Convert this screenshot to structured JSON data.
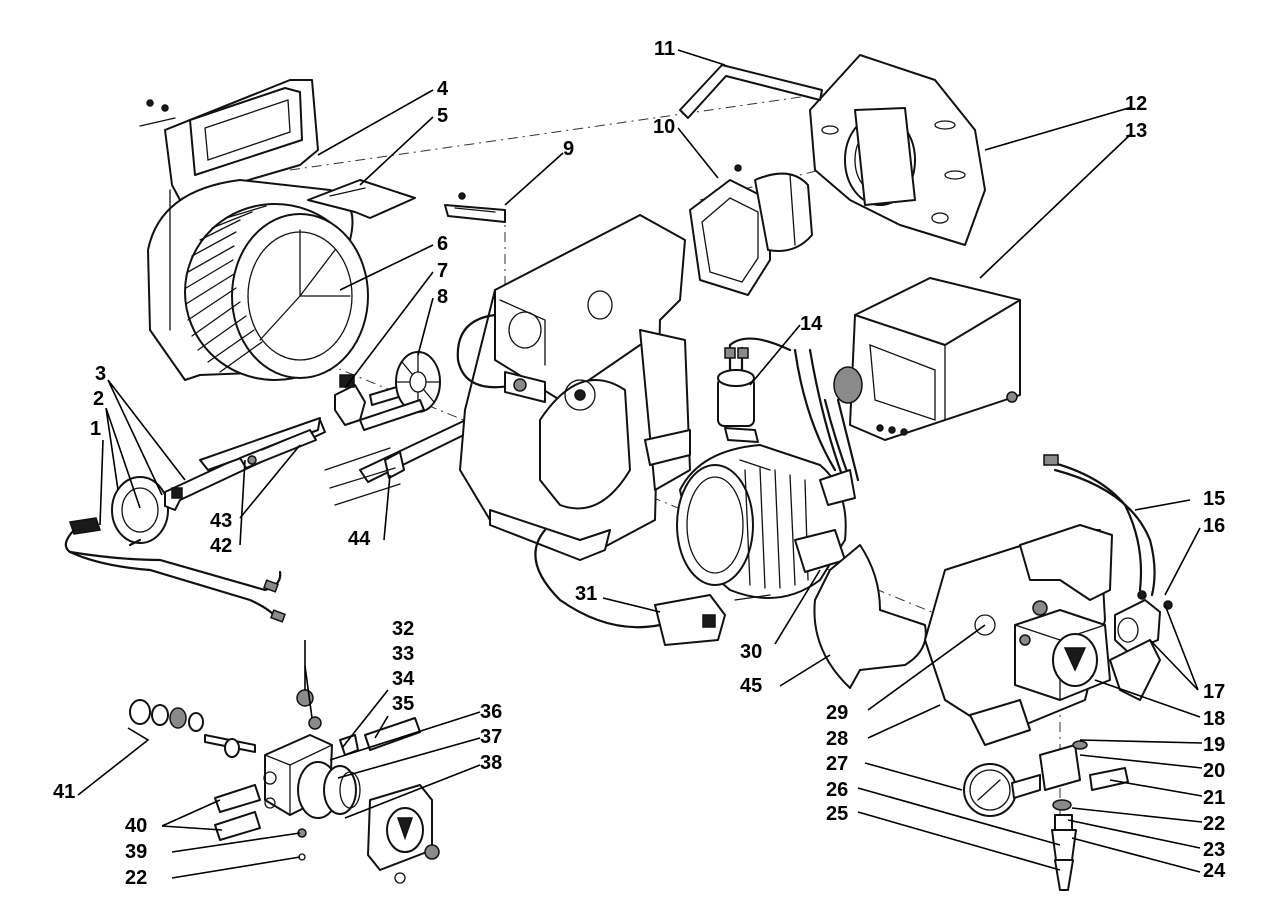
{
  "callouts": {
    "c1": "1",
    "c2": "2",
    "c3": "3",
    "c4": "4",
    "c5": "5",
    "c6": "6",
    "c7": "7",
    "c8": "8",
    "c9": "9",
    "c10": "10",
    "c11": "11",
    "c12": "12",
    "c13": "13",
    "c14": "14",
    "c15": "15",
    "c16": "16",
    "c17": "17",
    "c18": "18",
    "c19": "19",
    "c20": "20",
    "c21": "21",
    "c22a": "22",
    "c22b": "22",
    "c23": "23",
    "c24": "24",
    "c25": "25",
    "c26": "26",
    "c27": "27",
    "c28": "28",
    "c29": "29",
    "c30": "30",
    "c31": "31",
    "c32": "32",
    "c33": "33",
    "c34": "34",
    "c35": "35",
    "c36": "36",
    "c37": "37",
    "c38": "38",
    "c39": "39",
    "c40": "40",
    "c41": "41",
    "c42": "42",
    "c43": "43",
    "c44": "44",
    "c45": "45"
  }
}
